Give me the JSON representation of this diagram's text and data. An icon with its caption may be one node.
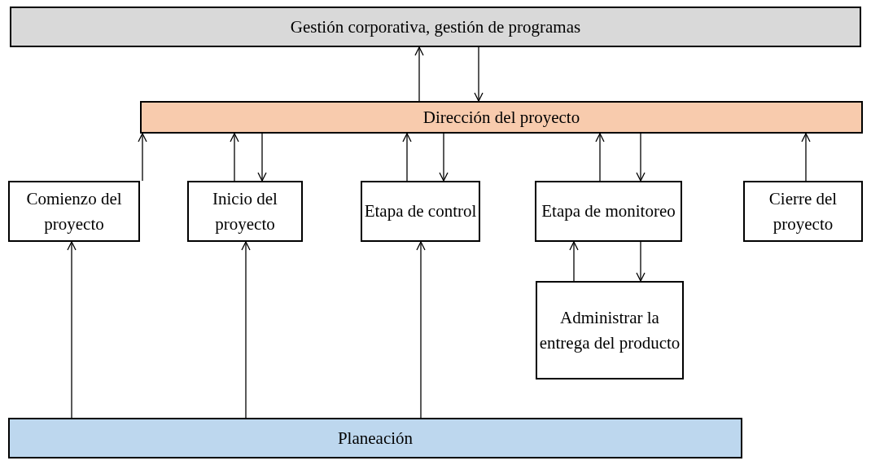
{
  "diagram": {
    "nodes": [
      {
        "text": [
          "Gestión corporativa, gestión de programas"
        ]
      },
      {
        "text": [
          "Dirección del proyecto"
        ]
      },
      {
        "text": [
          "Comienzo del proyecto"
        ]
      },
      {
        "text": [
          "Inicio del proyecto"
        ]
      },
      {
        "text": [
          "Etapa de control"
        ]
      },
      {
        "text": [
          "Etapa de monitoreo"
        ]
      },
      {
        "text": [
          "Cierre del proyecto"
        ]
      },
      {
        "text": [
          "Administrar la entrega del producto"
        ]
      },
      {
        "text": [
          "Planeación"
        ]
      }
    ],
    "edges": [
      {
        "from": 1,
        "to": 0,
        "arrow": "to"
      },
      {
        "from": 0,
        "to": 1,
        "arrow": "to"
      },
      {
        "from": 2,
        "to": 1,
        "arrow": "to"
      },
      {
        "from": 3,
        "to": 1,
        "arrow": "to"
      },
      {
        "from": 1,
        "to": 3,
        "arrow": "to"
      },
      {
        "from": 4,
        "to": 1,
        "arrow": "to"
      },
      {
        "from": 1,
        "to": 4,
        "arrow": "to"
      },
      {
        "from": 5,
        "to": 1,
        "arrow": "to"
      },
      {
        "from": 1,
        "to": 5,
        "arrow": "to"
      },
      {
        "from": 6,
        "to": 1,
        "arrow": "to"
      },
      {
        "from": 7,
        "to": 5,
        "arrow": "to"
      },
      {
        "from": 5,
        "to": 7,
        "arrow": "to"
      },
      {
        "from": 8,
        "to": 2,
        "arrow": "to"
      },
      {
        "from": 8,
        "to": 3,
        "arrow": "to"
      },
      {
        "from": 8,
        "to": 4,
        "arrow": "to"
      }
    ]
  }
}
